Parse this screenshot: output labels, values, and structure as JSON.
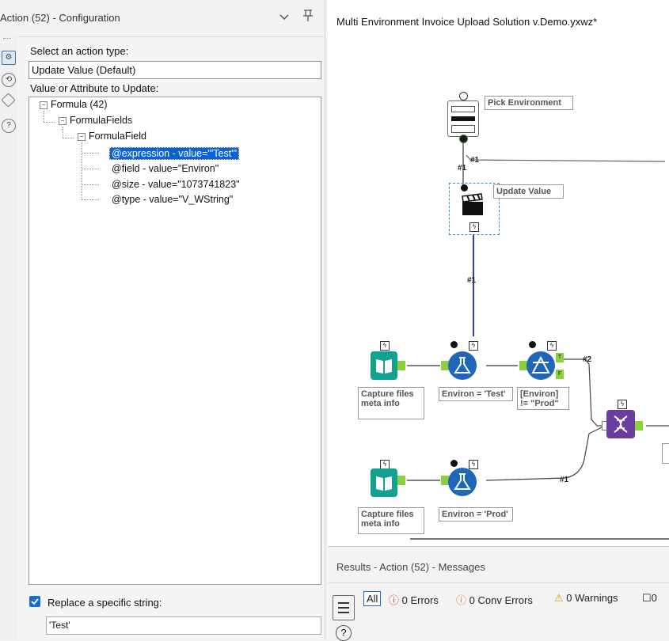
{
  "config_panel": {
    "title": "Action (52) - Configuration",
    "action_type_label": "Select an action type:",
    "action_type_value": "Update Value (Default)",
    "value_label": "Value or Attribute to Update:",
    "tree": {
      "root": "Formula (42)",
      "child": "FormulaFields",
      "grandchild": "FormulaField",
      "leaves": [
        "@expression - value=\"'Test'\"",
        "@field - value=\"Environ\"",
        "@size - value=\"1073741823\"",
        "@type - value=\"V_WString\""
      ]
    },
    "replace_label": "Replace a specific string:",
    "replace_checked": true,
    "replace_value": "'Test'"
  },
  "side_icons": [
    "gear-icon",
    "tool-icon",
    "tag-icon",
    "help-icon"
  ],
  "canvas": {
    "title": "Multi Environment Invoice Upload Solution v.Demo.yxwz*",
    "tools": {
      "pick_env": "Pick Environment",
      "update_value": "Update Value",
      "capture1": "Capture files meta info",
      "filter_test": "Environ = 'Test'",
      "filter_prod_not": "[Environ] != \"Prod\"",
      "capture2": "Capture files meta info",
      "filter_prod": "Environ = 'Prod'"
    },
    "connections": [
      "#1",
      "#1",
      "#1",
      "#2",
      "#1"
    ],
    "anchors": [
      "T",
      "F"
    ]
  },
  "results": {
    "title": "Results - Action (52) - Messages",
    "all_label": "All",
    "errors": "0 Errors",
    "conv_errors": "0 Conv Errors",
    "warnings": "0 Warnings",
    "messages": "0"
  }
}
